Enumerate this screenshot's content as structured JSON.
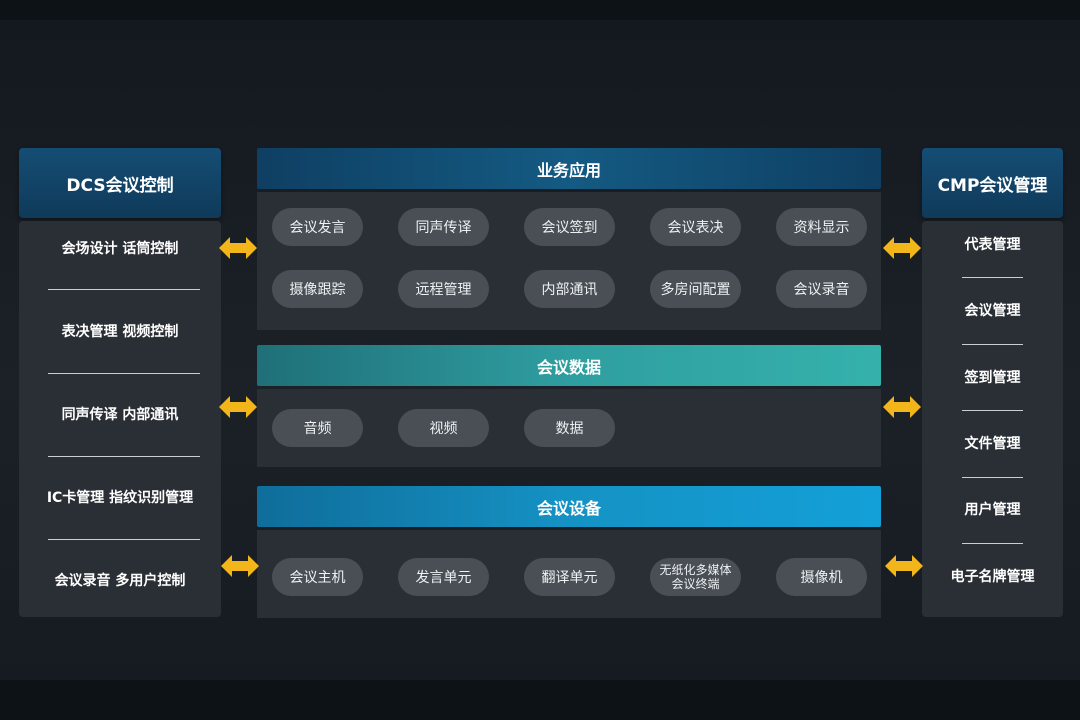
{
  "left": {
    "title": "DCS会议控制",
    "items": [
      "会场设计  话筒控制",
      "表决管理  视频控制",
      "同声传译  内部通讯",
      "IC卡管理  指纹识别管理",
      "会议录音  多用户控制"
    ]
  },
  "right": {
    "title": "CMP会议管理",
    "items": [
      "代表管理",
      "会议管理",
      "签到管理",
      "文件管理",
      "用户管理",
      "电子名牌管理"
    ]
  },
  "sections": {
    "business": {
      "title": "业务应用",
      "row1": [
        "会议发言",
        "同声传译",
        "会议签到",
        "会议表决",
        "资料显示"
      ],
      "row2": [
        "摄像跟踪",
        "远程管理",
        "内部通讯",
        "多房间配置",
        "会议录音"
      ]
    },
    "data": {
      "title": "会议数据",
      "items": [
        "音频",
        "视频",
        "数据"
      ]
    },
    "devices": {
      "title": "会议设备",
      "items": [
        "会议主机",
        "发言单元",
        "翻译单元",
        "无纸化多媒体\n会议终端",
        "摄像机"
      ]
    }
  },
  "colors": {
    "arrow": "#f2b51a",
    "band_business": "#114b70",
    "band_data": "#2fa3a3",
    "band_devices": "#1295c8"
  }
}
